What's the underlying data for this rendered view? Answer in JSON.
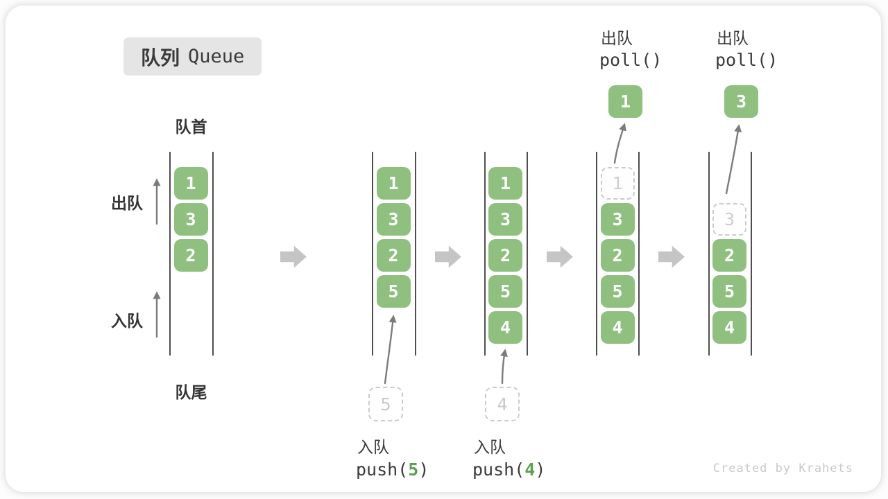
{
  "title": {
    "zh": "队列",
    "en": "Queue"
  },
  "labels": {
    "front": "队首",
    "rear": "队尾",
    "dequeue": "出队",
    "enqueue": "入队"
  },
  "watermark": "Created by Krahets",
  "colors": {
    "green": "#8fc07f",
    "dashed_gray": "#cbcbcb",
    "code_green": "#5ea052",
    "arrow_gray": "#c5c5c5",
    "thin_arrow": "#7b7b7b"
  },
  "states": [
    {
      "slots": [
        "1",
        "3",
        "2"
      ]
    },
    {
      "slots": [
        "1",
        "3",
        "2",
        "5"
      ],
      "pending": "5",
      "action": {
        "label": "入队",
        "code_before": "push(",
        "arg": "5",
        "code_after": ")"
      }
    },
    {
      "slots": [
        "1",
        "3",
        "2",
        "5",
        "4"
      ],
      "pending": "4",
      "action": {
        "label": "入队",
        "code_before": "push(",
        "arg": "4",
        "code_after": ")"
      }
    },
    {
      "slots": [
        {
          "v": "1",
          "removed": true
        },
        "3",
        "2",
        "5",
        "4"
      ],
      "result": "1",
      "action": {
        "label": "出队",
        "code": "poll()"
      }
    },
    {
      "slots": [
        null,
        {
          "v": "3",
          "removed": true
        },
        "2",
        "5",
        "4"
      ],
      "result": "3",
      "action": {
        "label": "出队",
        "code": "poll()"
      }
    }
  ]
}
